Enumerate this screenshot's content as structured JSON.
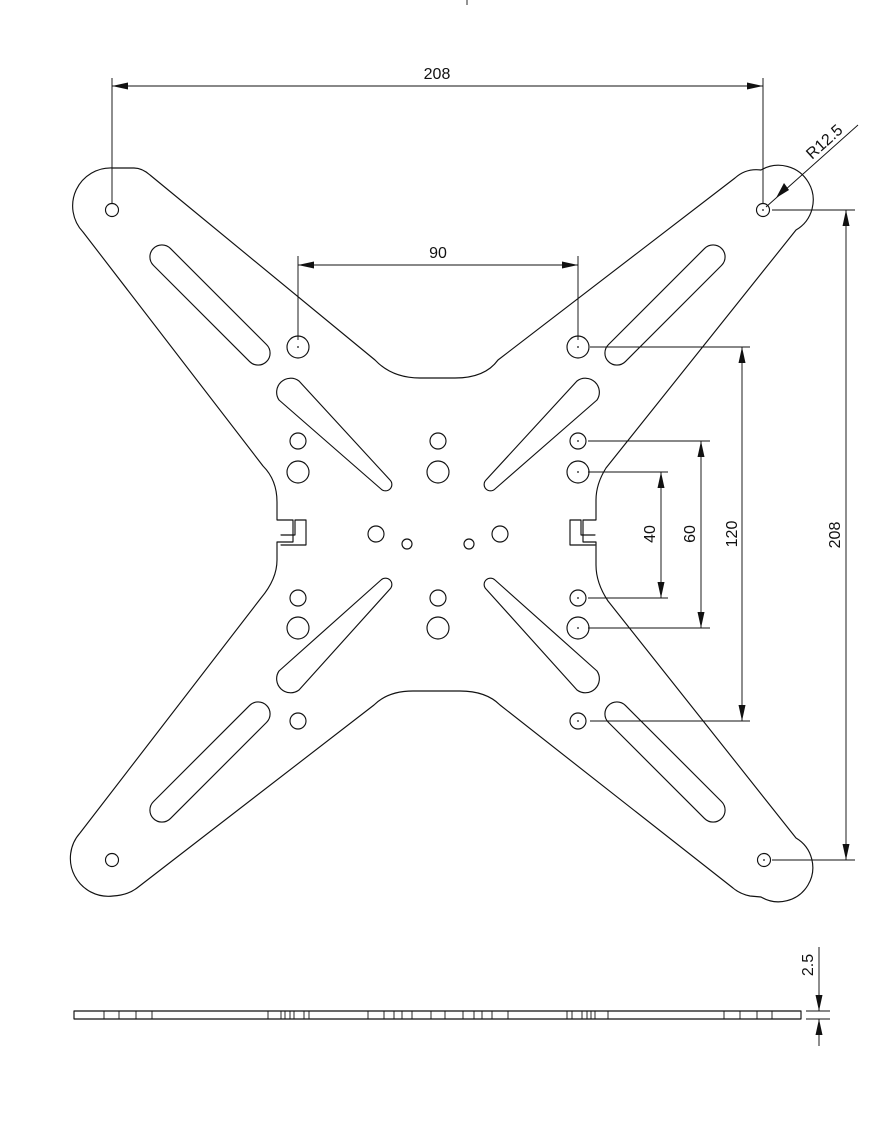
{
  "drawing": {
    "colors": {
      "line": "#111111",
      "background": "#ffffff"
    },
    "dimensions": {
      "overall_width": "208",
      "overall_height": "208",
      "inner_hole_spacing": "90",
      "spacing_40": "40",
      "spacing_60": "60",
      "spacing_120": "120",
      "corner_radius": "R12.5",
      "thickness": "2.5"
    }
  }
}
